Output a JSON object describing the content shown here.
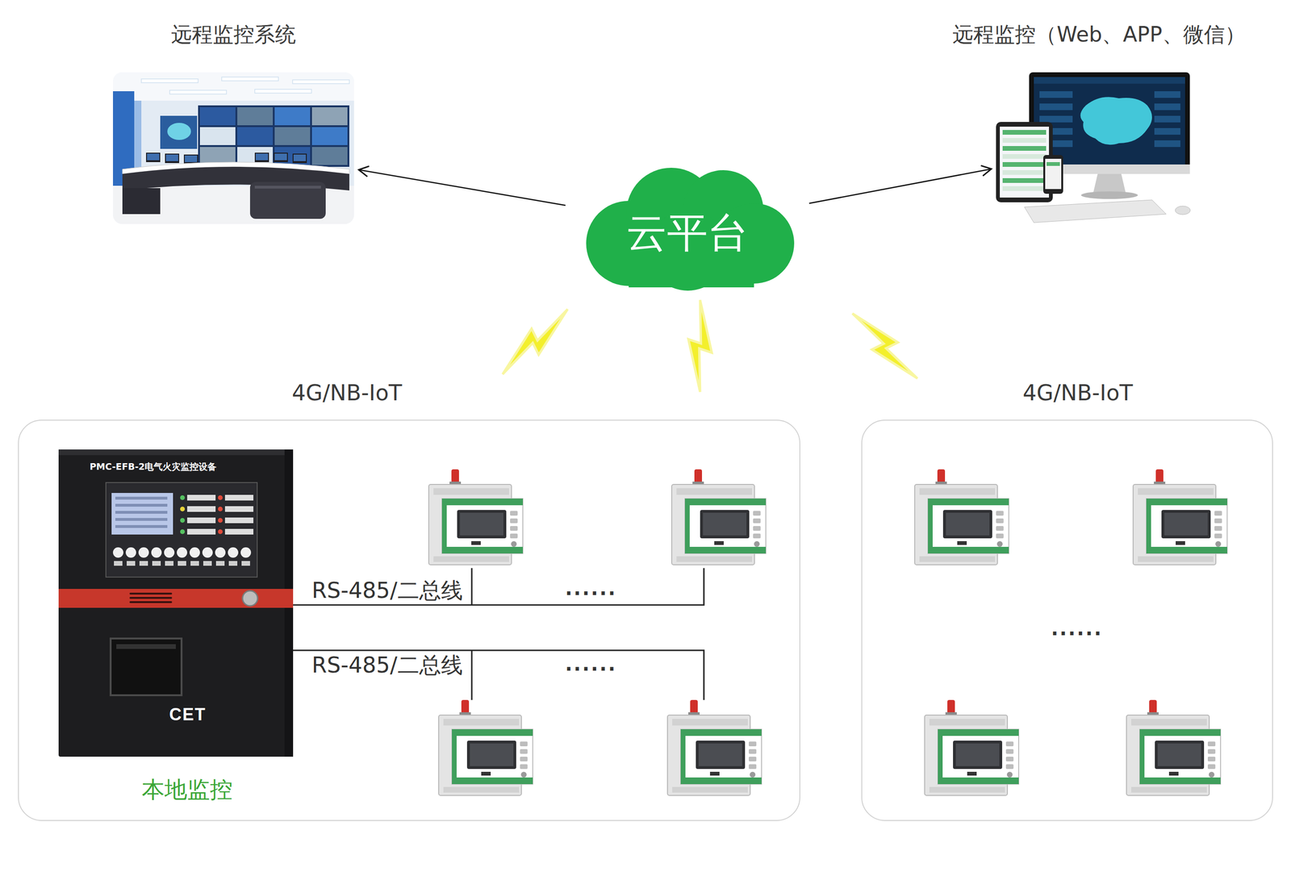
{
  "diagram": {
    "nodes": [
      {
        "text": [
          "远程监控系统"
        ]
      },
      {
        "text": [
          "云平台"
        ]
      },
      {
        "text": [
          "远程监控（Web、APP、微信）"
        ]
      },
      {
        "text": [
          "4G/NB-IoT"
        ]
      },
      {
        "text": [
          "PMC-EFB-2电气火灾监控设备",
          "本地监控"
        ],
        "in": 3
      },
      {
        "text": [
          "4G/NB-IoT"
        ]
      }
    ],
    "edges": [
      {
        "from": 1,
        "to": 0,
        "arrow": "to"
      },
      {
        "from": 1,
        "to": 2,
        "arrow": "to"
      }
    ],
    "labels": [
      "RS-485/二总线",
      "......",
      "RS-485/二总线",
      "......",
      "......",
      "CET"
    ]
  }
}
